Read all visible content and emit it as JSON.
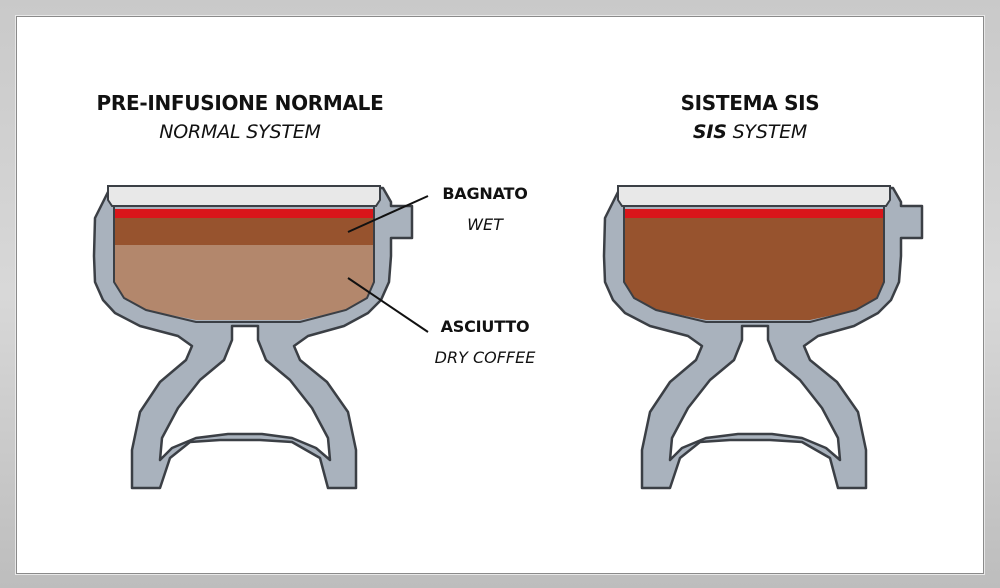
{
  "left_panel": {
    "title": "PRE-INFUSIONE NORMALE",
    "subtitle": "NORMAL SYSTEM"
  },
  "right_panel": {
    "title_prefix": "SISTEMA ",
    "title_bold": "SIS",
    "subtitle_bold": "SIS",
    "subtitle_suffix": " SYSTEM"
  },
  "labels": {
    "wet": {
      "main": "BAGNATO",
      "sub": "WET"
    },
    "dry": {
      "main": "ASCIUTTO",
      "sub": "DRY COFFEE"
    }
  },
  "colors": {
    "body": "#a9b2bd",
    "outline": "#3b3f45",
    "screen": "#e8e8e8",
    "water_layer": "#d9161a",
    "wet_coffee": "#97532e",
    "dry_coffee": "#b3876c"
  }
}
